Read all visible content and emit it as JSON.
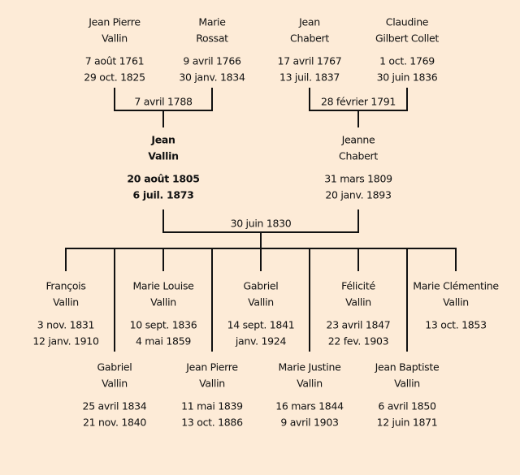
{
  "grandparents": [
    {
      "first": "Jean Pierre",
      "last": "Vallin",
      "birth": "7 août 1761",
      "death": "29 oct. 1825"
    },
    {
      "first": "Marie",
      "last": "Rossat",
      "birth": "9 avril 1766",
      "death": "30 janv. 1834"
    },
    {
      "first": "Jean",
      "last": "Chabert",
      "birth": "17 avril 1767",
      "death": "13 juil. 1837"
    },
    {
      "first": "Claudine",
      "last": "Gilbert Collet",
      "birth": "1 oct. 1769",
      "death": "30 juin 1836"
    }
  ],
  "grandparent_marriages": [
    "7 avril 1788",
    "28 février 1791"
  ],
  "parents": [
    {
      "first": "Jean",
      "last": "Vallin",
      "birth": "20 août 1805",
      "death": "6 juil. 1873",
      "highlighted": true
    },
    {
      "first": "Jeanne",
      "last": "Chabert",
      "birth": "31 mars 1809",
      "death": "20 janv. 1893"
    }
  ],
  "parent_marriage": "30 juin 1830",
  "children_top": [
    {
      "first": "François",
      "last": "Vallin",
      "birth": "3 nov. 1831",
      "death": "12 janv. 1910"
    },
    {
      "first": "Marie Louise",
      "last": "Vallin",
      "birth": "10 sept. 1836",
      "death": "4 mai 1859"
    },
    {
      "first": "Gabriel",
      "last": "Vallin",
      "birth": "14 sept. 1841",
      "death": "janv. 1924"
    },
    {
      "first": "Félicité",
      "last": "Vallin",
      "birth": "23 avril 1847",
      "death": "22 fev. 1903"
    },
    {
      "first": "Marie Clémentine",
      "last": "Vallin",
      "birth": "13 oct. 1853",
      "death": null
    }
  ],
  "children_bottom": [
    {
      "first": "Gabriel",
      "last": "Vallin",
      "birth": "25 avril 1834",
      "death": "21 nov. 1840"
    },
    {
      "first": "Jean Pierre",
      "last": "Vallin",
      "birth": "11 mai 1839",
      "death": "13 oct. 1886"
    },
    {
      "first": "Marie Justine",
      "last": "Vallin",
      "birth": "16 mars 1844",
      "death": "9 avril 1903"
    },
    {
      "first": "Jean Baptiste",
      "last": "Vallin",
      "birth": "6 avril 1850",
      "death": "12 juin 1871"
    }
  ]
}
